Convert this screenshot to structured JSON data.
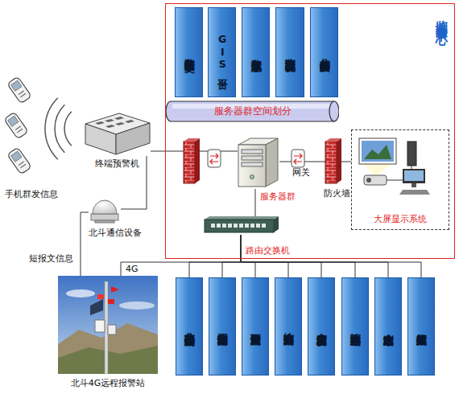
{
  "diagram": {
    "nodes": [
      {
        "text": [
          "监测预警中心"
        ]
      },
      {
        "text": [
          "数据共享与交换"
        ],
        "in": 0
      },
      {
        "text": [
          "GIS平台"
        ],
        "in": 0
      },
      {
        "text": [
          "数据库系统"
        ],
        "in": 0
      },
      {
        "text": [
          "监测预警系统软件"
        ],
        "in": 0
      },
      {
        "text": [
          "北斗高精度解算"
        ],
        "in": 0
      },
      {
        "text": [
          "服务器群空间划分"
        ],
        "in": 0
      },
      {
        "text": [
          "终端预警机"
        ]
      },
      {
        "text": [
          "服务器群"
        ],
        "in": 0
      },
      {
        "text": [
          "大屏显示系统"
        ],
        "in": 0
      },
      {
        "text": [
          "北斗通信设备"
        ]
      },
      {
        "text": [
          "路由交换机"
        ],
        "in": 0
      },
      {
        "text": [
          "北斗4G远程报警站"
        ]
      },
      {
        "text": [
          "北斗表面位移监测站"
        ]
      },
      {
        "text": [
          "深部位移监测站"
        ]
      },
      {
        "text": [
          "雨量监测站"
        ]
      },
      {
        "text": [
          "地声次声监测站"
        ]
      },
      {
        "text": [
          "应力应变监测站"
        ]
      },
      {
        "text": [
          "地下水监测站"
        ]
      },
      {
        "text": [
          "含水率监测站"
        ]
      },
      {
        "text": [
          "视频监控站"
        ]
      }
    ],
    "edges": [
      {
        "from": 11,
        "to": 13,
        "arrow": "none"
      },
      {
        "from": 11,
        "to": 14,
        "arrow": "none"
      },
      {
        "from": 11,
        "to": 15,
        "arrow": "none"
      },
      {
        "from": 11,
        "to": 16,
        "arrow": "none"
      },
      {
        "from": 11,
        "to": 17,
        "arrow": "none"
      },
      {
        "from": 11,
        "to": 18,
        "arrow": "none"
      },
      {
        "from": 11,
        "to": 19,
        "arrow": "none"
      },
      {
        "from": 11,
        "to": 20,
        "arrow": "none"
      },
      {
        "from": 11,
        "to": 12,
        "label": "4G",
        "arrow": "none"
      },
      {
        "from": 10,
        "to": 12,
        "label": "短报文信息",
        "arrow": "none"
      },
      {
        "from": 10,
        "to": 7,
        "arrow": "none"
      },
      {
        "from": 7,
        "to": 8,
        "arrow": "none"
      },
      {
        "from": 8,
        "to": 9,
        "arrow": "none"
      },
      {
        "from": 8,
        "to": 11,
        "arrow": "none"
      }
    ],
    "labels": [
      "手机群发信息",
      "网关",
      "防火墙"
    ]
  }
}
